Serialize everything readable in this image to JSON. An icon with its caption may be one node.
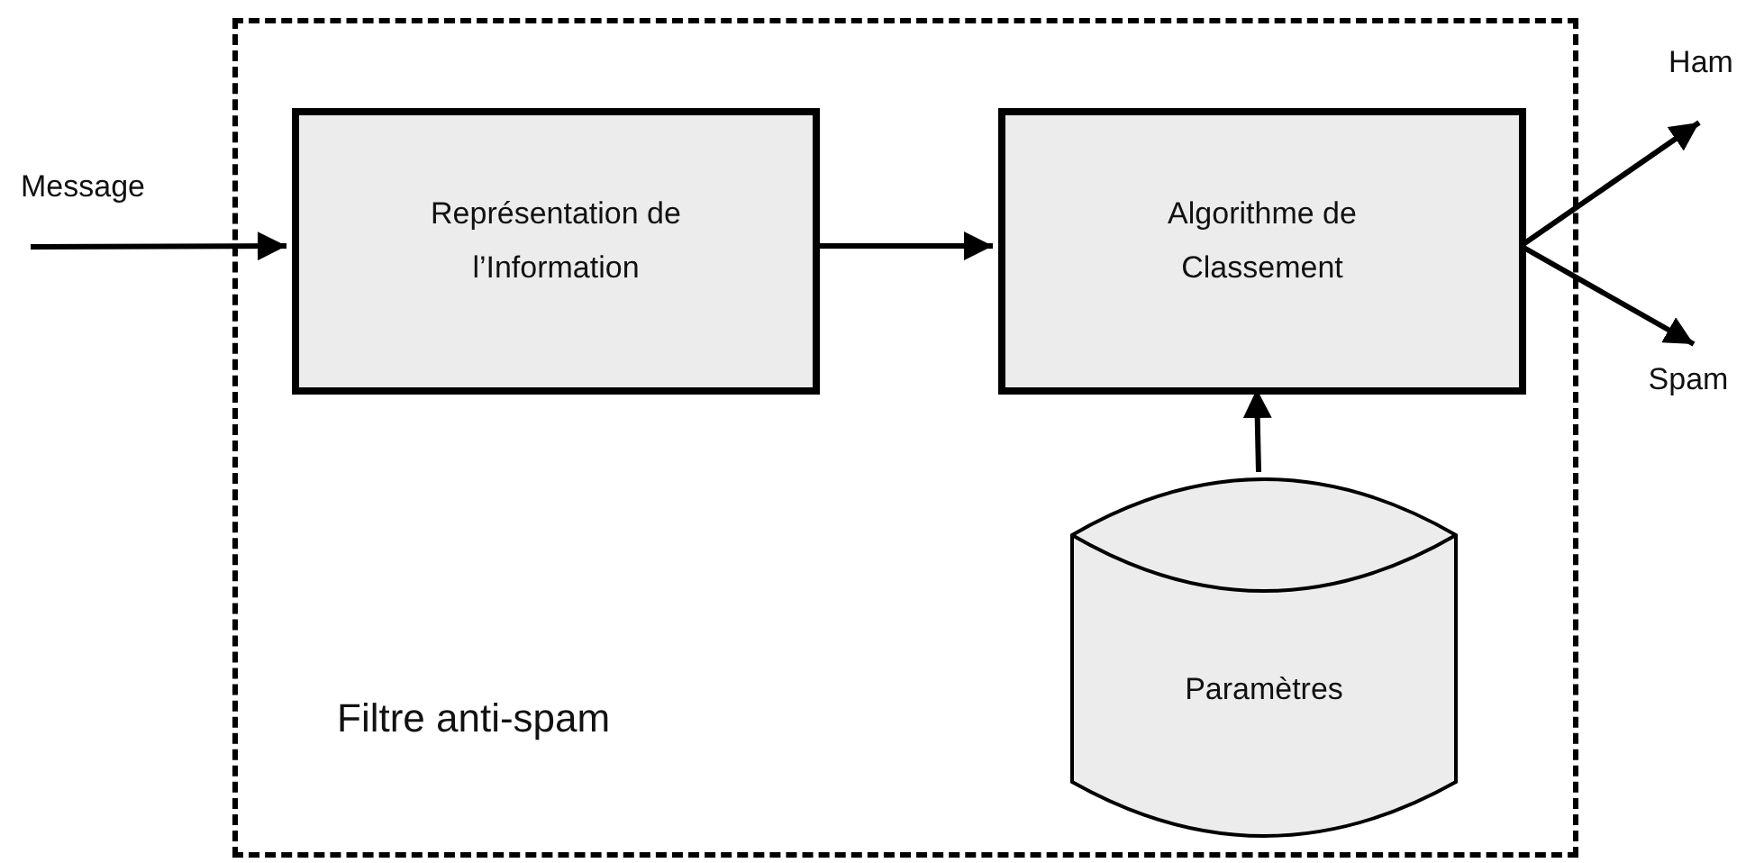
{
  "diagram": {
    "nodes": [
      {
        "text": [
          "Message"
        ]
      },
      {
        "text": [
          "Filtre anti-spam"
        ]
      },
      {
        "text": [
          "Représentation de l’Information"
        ],
        "in": 1
      },
      {
        "text": [
          "Algorithme de Classement"
        ],
        "in": 1
      },
      {
        "text": [
          "Ham"
        ]
      },
      {
        "text": [
          "Spam"
        ]
      },
      {
        "text": [
          "Paramètres"
        ],
        "in": 1
      }
    ],
    "edges": [
      {
        "from": 0,
        "to": 2,
        "arrow": "to"
      },
      {
        "from": 2,
        "to": 3,
        "arrow": "to"
      },
      {
        "from": 3,
        "to": 4,
        "arrow": "to"
      },
      {
        "from": 3,
        "to": 5,
        "arrow": "to"
      },
      {
        "from": 6,
        "to": 3,
        "arrow": "to"
      }
    ]
  }
}
